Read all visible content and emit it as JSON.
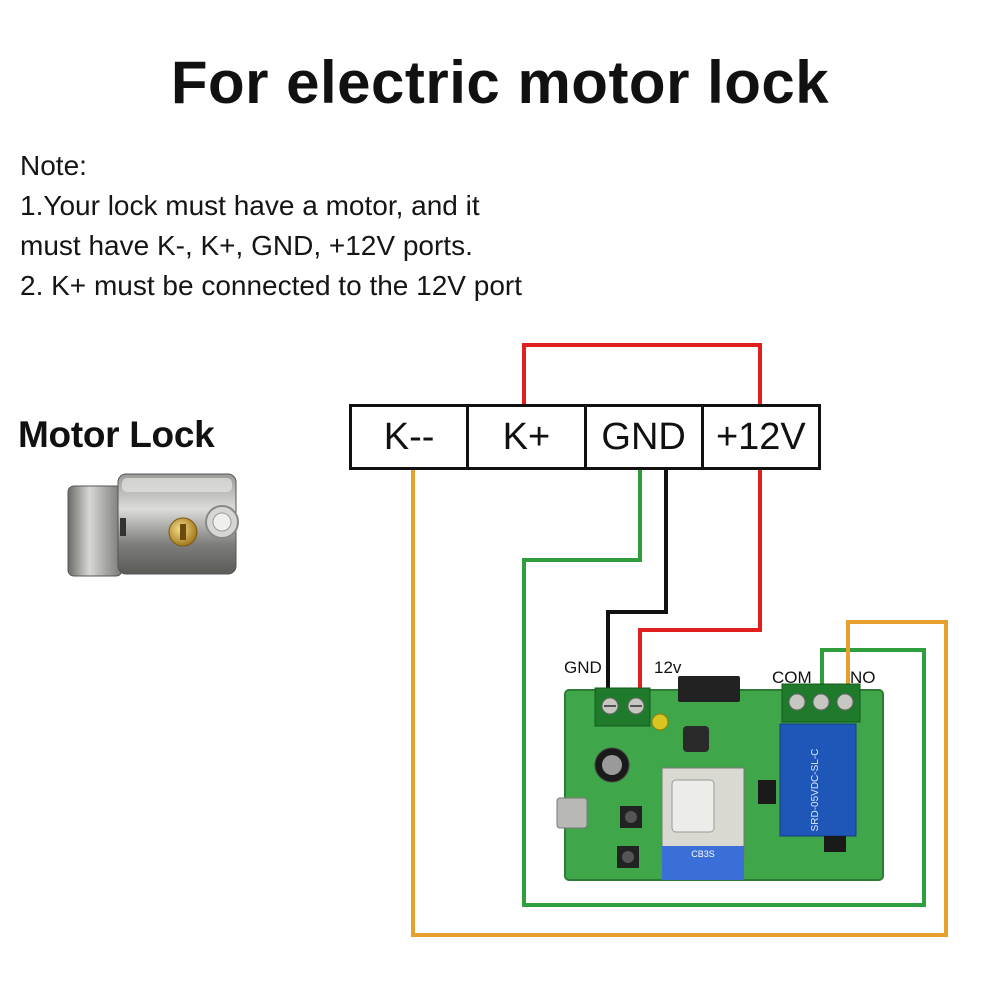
{
  "title": "For electric motor lock",
  "note": {
    "heading": "Note:",
    "line1": "1.Your lock must have a motor, and it",
    "line2": "must have K-, K+, GND, +12V ports.",
    "line3": "2. K+ must be connected to the 12V port"
  },
  "lock_label": "Motor Lock",
  "terminals": [
    "K--",
    "K+",
    "GND",
    "+12V"
  ],
  "board": {
    "gnd_label": "GND",
    "v12_label": "12v",
    "com_label": "COM",
    "no_label": "NO",
    "relay_text": "SRD-05VDC-SL-C",
    "module_text": "CB3S"
  },
  "colors": {
    "red": "#e0201f",
    "orange": "#e8a02c",
    "green": "#2f9e3c",
    "black": "#111111",
    "pcb": "#3fa64a"
  }
}
